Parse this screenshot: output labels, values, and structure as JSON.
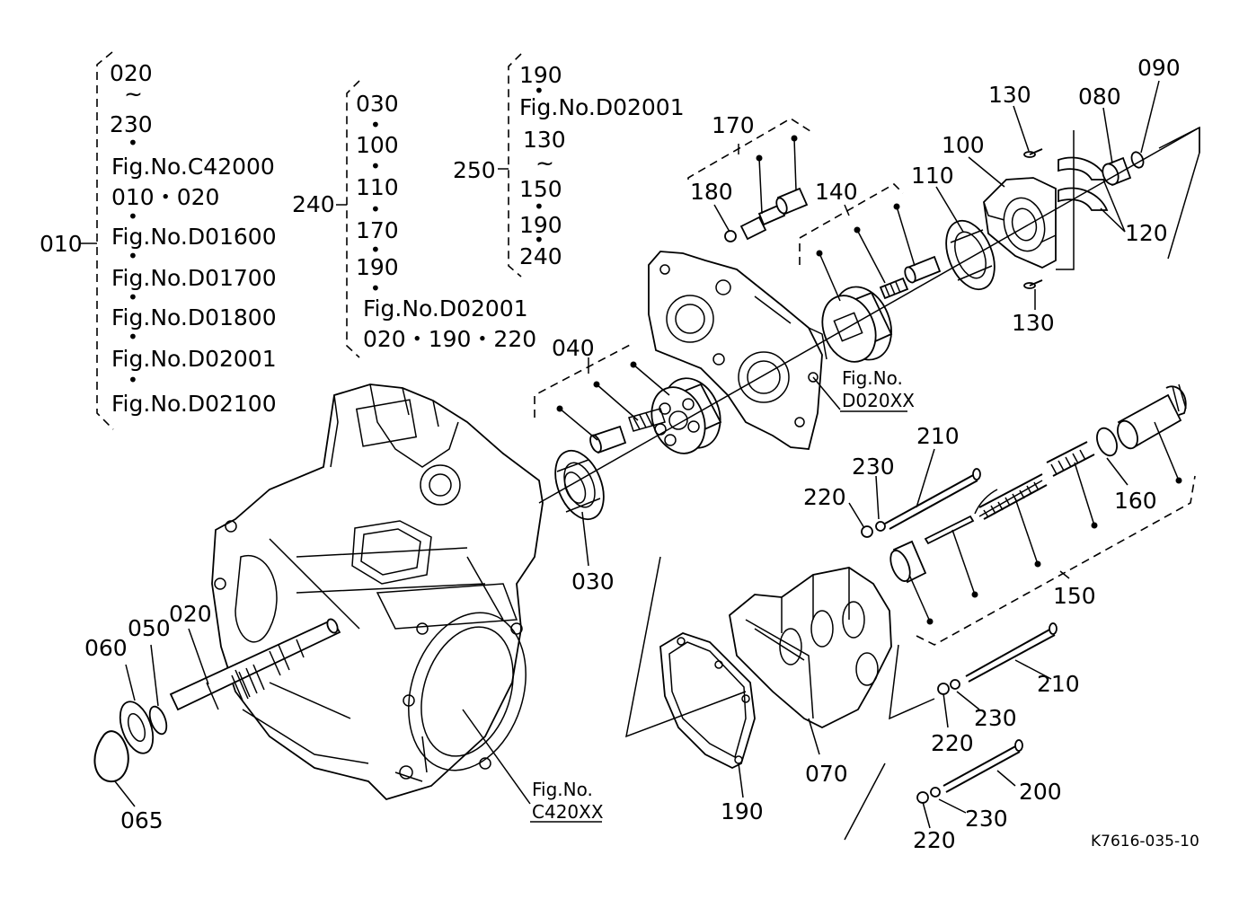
{
  "legend_groups": {
    "g010": {
      "key": "010",
      "lines": [
        "020",
        "~",
        "230",
        "•",
        "Fig.No.C42000",
        "010・020",
        "•",
        "Fig.No.D01600",
        "•",
        "Fig.No.D01700",
        "•",
        "Fig.No.D01800",
        "•",
        "Fig.No.D02001",
        "•",
        "Fig.No.D02100"
      ]
    },
    "g240": {
      "key": "240",
      "lines": [
        "030",
        "•",
        "100",
        "•",
        "110",
        "•",
        "170",
        "•",
        "190",
        "•",
        "Fig.No.D02001",
        "020・190・220"
      ]
    },
    "g250": {
      "key": "250",
      "lines": [
        "190",
        "•",
        "Fig.No.D02001",
        "130",
        "~",
        "150",
        "•",
        "190",
        "•",
        "240"
      ]
    }
  },
  "callouts": {
    "c170": "170",
    "c180": "180",
    "c140": "140",
    "c110": "110",
    "c100": "100",
    "c130a": "130",
    "c080": "080",
    "c090": "090",
    "c120": "120",
    "c130b": "130",
    "c040": "040",
    "c030": "030",
    "c210a": "210",
    "c230a": "230",
    "c220a": "220",
    "c160": "160",
    "c150": "150",
    "c210b": "210",
    "c230b": "230",
    "c220b": "220",
    "c200": "200",
    "c230c": "230",
    "c220c": "220",
    "c070": "070",
    "c190": "190",
    "c060": "060",
    "c050": "050",
    "c020": "020",
    "c065": "065"
  },
  "fig_refs": {
    "d020": {
      "line1": "Fig.No.",
      "line2": "D020XX"
    },
    "c420": {
      "line1": "Fig.No.",
      "line2": "C420XX"
    }
  },
  "drawing_code": "K7616-035-10"
}
